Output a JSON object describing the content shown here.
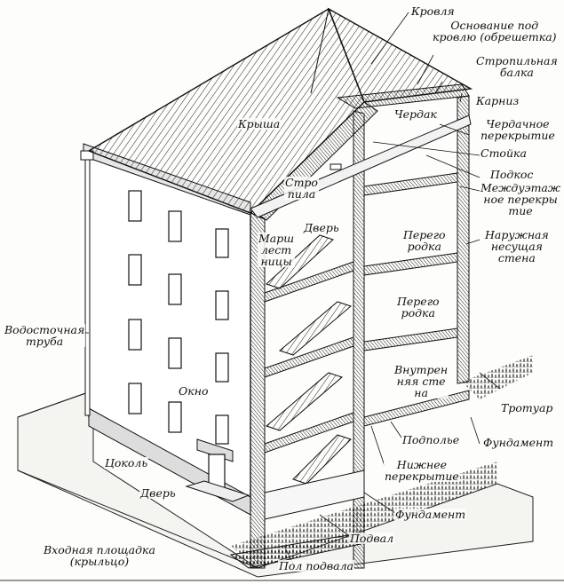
{
  "diagram": {
    "labels": {
      "krovlya": "Кровля",
      "osnovanie": [
        "Основание под",
        "кровлю (обрешетка)"
      ],
      "stropilnaya": [
        "Стропильная",
        "балка"
      ],
      "karniz": "Карниз",
      "cherdak": "Чердак",
      "cherdachnoe": [
        "Чердачное",
        "перекрытие"
      ],
      "stoyka": "Стойка",
      "podkos": "Подкос",
      "mezhduetazh": [
        "Междуэтаж",
        "ное перекры",
        "тие"
      ],
      "krysha": "Крыша",
      "stropila": [
        "Стро",
        "пила"
      ],
      "dver_top": "Дверь",
      "marshi": [
        "Марш",
        "лест",
        "ницы"
      ],
      "peregorodka1": [
        "Перего",
        "родка"
      ],
      "naruzhnaya": [
        "Наружная",
        "несущая",
        "стена"
      ],
      "peregorodka2": [
        "Перего",
        "родка"
      ],
      "vodostochnaya": [
        "Водосточная",
        "труба"
      ],
      "vnutrennyaya": [
        "Внутрен",
        "няя сте",
        "на"
      ],
      "okno": "Окно",
      "trotuar": "Тротуар",
      "podpolye": "Подполье",
      "fundament_right": "Фундамент",
      "tsokol": "Цоколь",
      "nizhnee": [
        "Нижнее",
        "перекрытие"
      ],
      "dver_bottom": "Дверь",
      "fundament_bottom": "Фундамент",
      "vhodnaya": [
        "Входная площадка",
        "(крыльцо)"
      ],
      "podval": "Подвал",
      "pol_podvala": "Пол подвала"
    }
  }
}
